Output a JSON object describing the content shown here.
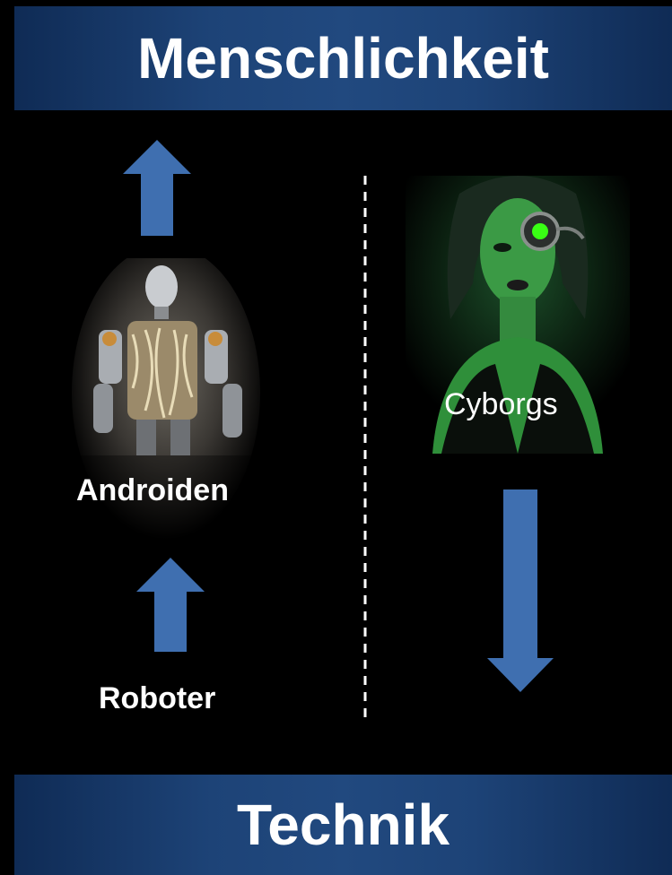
{
  "top_title": "Menschlichkeit",
  "bottom_title": "Technik",
  "left": {
    "upper_label": "Androiden",
    "lower_label": "Roboter"
  },
  "right": {
    "label": "Cyborgs"
  },
  "colors": {
    "banner": "#1d4377",
    "arrow": "#3f6fb0",
    "background": "#000000",
    "cyborg_skin": "#2f8f3a",
    "eye_glow": "#39ff14"
  }
}
